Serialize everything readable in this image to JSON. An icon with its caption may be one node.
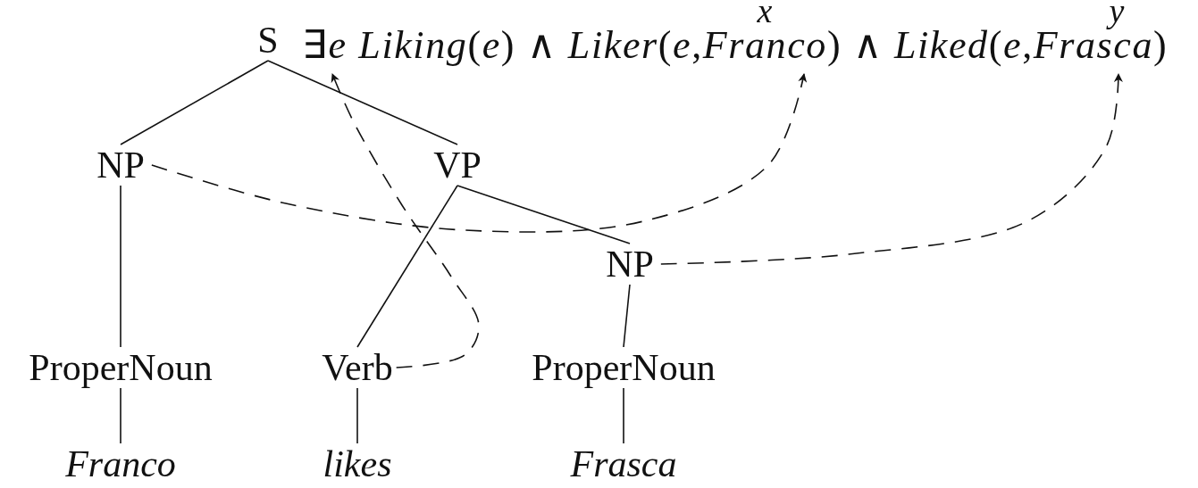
{
  "diagram": {
    "nodes": [
      {
        "text": [
          "S"
        ]
      },
      {
        "text": [
          "∃*e Liking*(*e*) ∧ *Liker*(*e*,*Franco*) ∧ *Liked*(*e*,*Frasca*)"
        ]
      },
      {
        "text": [
          "NP"
        ]
      },
      {
        "text": [
          "VP"
        ]
      },
      {
        "text": [
          "NP"
        ]
      },
      {
        "text": [
          "ProperNoun"
        ]
      },
      {
        "text": [
          "Verb"
        ]
      },
      {
        "text": [
          "ProperNoun"
        ]
      },
      {
        "text": [
          "Franco"
        ]
      },
      {
        "text": [
          "likes"
        ]
      },
      {
        "text": [
          "Frasca"
        ]
      }
    ],
    "edges": [
      {
        "from": 0,
        "to": 2,
        "arrow": "none"
      },
      {
        "from": 0,
        "to": 3,
        "arrow": "none"
      },
      {
        "from": 2,
        "to": 5,
        "arrow": "none"
      },
      {
        "from": 3,
        "to": 6,
        "arrow": "none"
      },
      {
        "from": 3,
        "to": 4,
        "arrow": "none"
      },
      {
        "from": 4,
        "to": 7,
        "arrow": "none"
      },
      {
        "from": 5,
        "to": 8,
        "arrow": "none"
      },
      {
        "from": 6,
        "to": 9,
        "arrow": "none"
      },
      {
        "from": 7,
        "to": 10,
        "arrow": "none"
      },
      {
        "from": 6,
        "to": 1,
        "arrow": "to",
        "style": "dashed"
      },
      {
        "from": 2,
        "to": 1,
        "arrow": "to",
        "style": "dashed"
      },
      {
        "from": 4,
        "to": 1,
        "arrow": "to",
        "style": "dashed"
      }
    ],
    "labels": [
      "x",
      "y"
    ]
  }
}
